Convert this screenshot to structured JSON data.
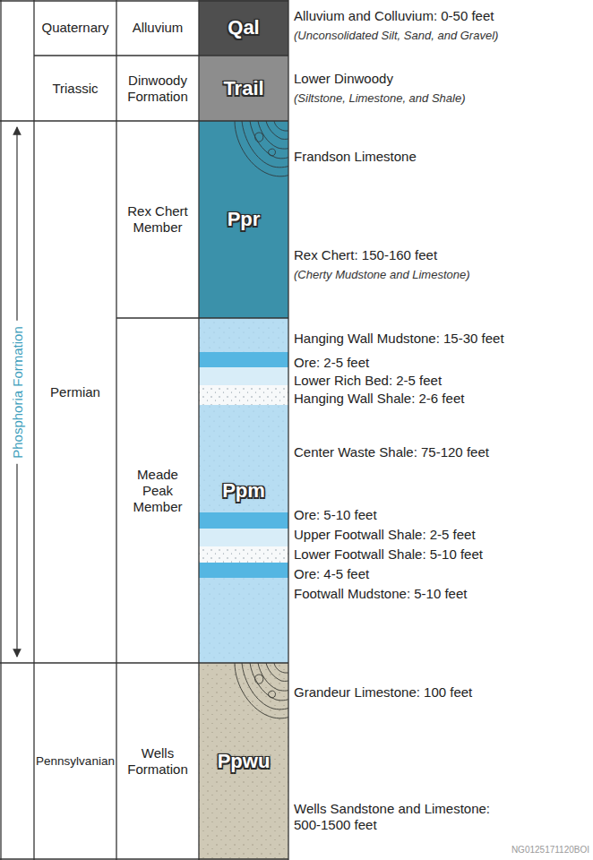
{
  "diagram": {
    "nodes": [
      {
        "text": [
          "Quaternary"
        ]
      },
      {
        "text": [
          "Alluvium"
        ]
      },
      {
        "text": [
          "Qal"
        ]
      },
      {
        "text": [
          "Triassic"
        ]
      },
      {
        "text": [
          "Dinwoody Formation"
        ]
      },
      {
        "text": [
          "Trail"
        ]
      },
      {
        "text": [
          "Phosphoria Formation"
        ]
      },
      {
        "text": [
          "Permian"
        ]
      },
      {
        "text": [
          "Rex Chert Member"
        ]
      },
      {
        "text": [
          "Ppr"
        ]
      },
      {
        "text": [
          "Meade Peak Member"
        ]
      },
      {
        "text": [
          "Ppm"
        ]
      },
      {
        "text": [
          "Pennsylvanian"
        ]
      },
      {
        "text": [
          "Wells Formation"
        ]
      },
      {
        "text": [
          "Ppwu"
        ]
      }
    ],
    "labels": [
      "Alluvium and Colluvium: 0-50 feet",
      "(Unconsolidated Silt, Sand, and Gravel)",
      "Lower Dinwoody",
      "(Siltstone, Limestone, and Shale)",
      "Frandson Limestone",
      "Rex Chert: 150-160 feet",
      "(Cherty Mudstone and Limestone)",
      "Hanging Wall Mudstone: 15-30 feet",
      "Ore: 2-5 feet",
      "Lower Rich Bed: 2-5 feet",
      "Hanging Wall Shale: 2-6 feet",
      "Center Waste Shale: 75-120 feet",
      "Ore: 5-10 feet",
      "Upper Footwall Shale: 2-5 feet",
      "Lower Footwall Shale: 5-10 feet",
      "Ore: 4-5 feet",
      "Footwall Mudstone: 5-10 feet",
      "Grandeur Limestone: 100 feet",
      "Wells Sandstone and Limestone: 500-1500 feet",
      "NG0125171120BOI"
    ]
  }
}
